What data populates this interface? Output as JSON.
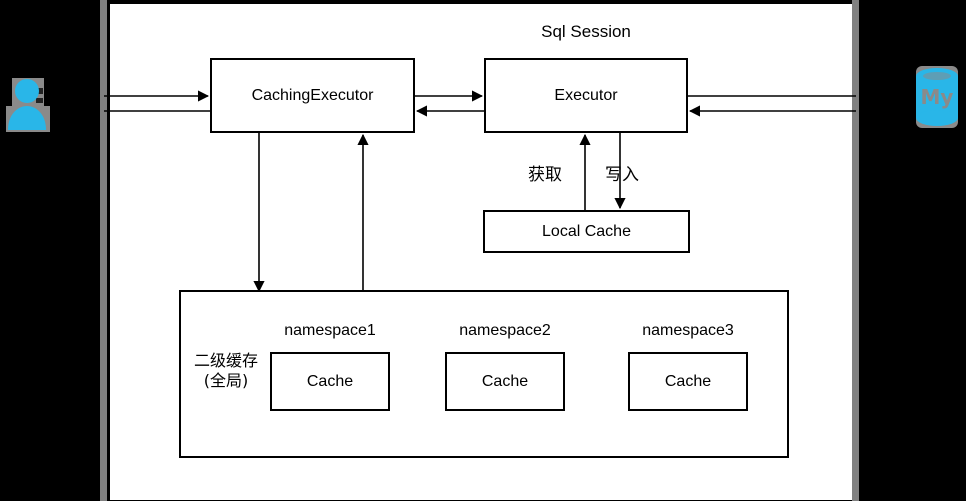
{
  "diagram": {
    "title": "Sql Session",
    "nodes": {
      "caching_executor": "CachingExecutor",
      "executor": "Executor",
      "local_cache": "Local Cache"
    },
    "edge_labels": {
      "fetch": "获取",
      "write": "写入"
    },
    "second_level_cache": {
      "label_line1": "二级缓存",
      "label_line2": "(全局)",
      "namespaces": [
        {
          "name": "namespace1",
          "cache": "Cache"
        },
        {
          "name": "namespace2",
          "cache": "Cache"
        },
        {
          "name": "namespace3",
          "cache": "Cache"
        }
      ]
    },
    "icons": {
      "user": "user-icon",
      "database": "mysql-database-icon",
      "database_text": "My"
    },
    "colors": {
      "accent": "#29b6e8",
      "icon_shadow": "#8a8a8a",
      "stroke": "#000000",
      "panel": "#ffffff",
      "scrollbar": "#808080",
      "background": "#000000"
    }
  }
}
